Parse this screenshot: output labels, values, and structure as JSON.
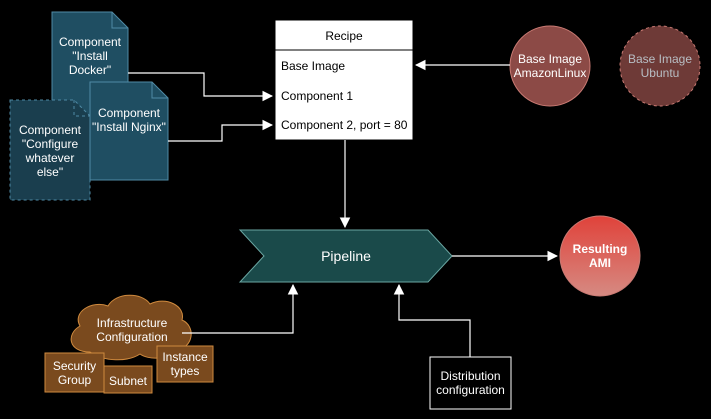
{
  "recipe": {
    "title": "Recipe",
    "rows": [
      "Base Image",
      "Component 1",
      "Component 2, port = 80"
    ]
  },
  "components": {
    "install_docker": "Component\n\"Install\nDocker\"",
    "configure": "Component\n\"Configure\nwhatever\nelse\"",
    "install_nginx": "Component\n\"Install Nginx\""
  },
  "base_images": {
    "amazon_linux": "Base Image\nAmazonLinux",
    "ubuntu": "Base Image\nUbuntu"
  },
  "pipeline": {
    "label": "Pipeline"
  },
  "result": {
    "label": "Resulting\nAMI"
  },
  "infrastructure": {
    "cloud_label": "Infrastructure\nConfiguration",
    "security_group": "Security\nGroup",
    "subnet": "Subnet",
    "instance_types": "Instance\ntypes"
  },
  "distribution": {
    "label": "Distribution\nconfiguration"
  },
  "colors": {
    "background": "#000000",
    "component_fill": "#1f4e62",
    "component_stroke": "#4f8aa5",
    "pipeline_fill": "#1a4a4a",
    "pipeline_stroke": "#6aa6a2",
    "base_image_fill": "#8c4a46",
    "result_fill": "#cc5e5b",
    "infra_fill": "#7a4a1e",
    "infra_stroke": "#cf8a3e",
    "edge": "#ffffff"
  }
}
